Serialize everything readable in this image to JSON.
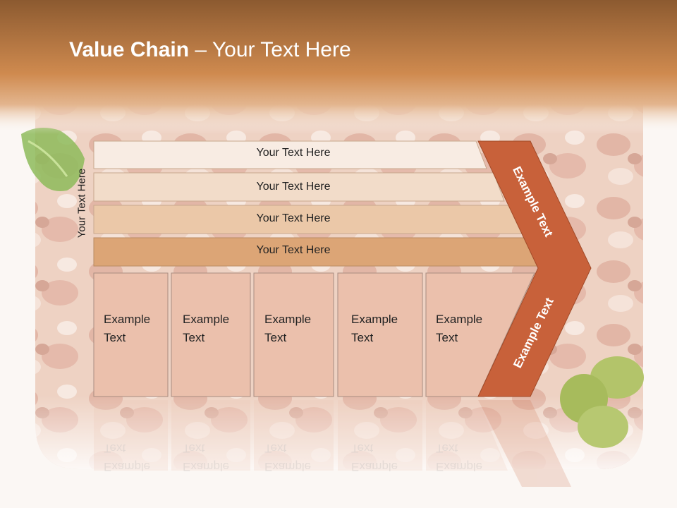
{
  "title": {
    "bold_part": "Value Chain",
    "rest": " – Your Text Here"
  },
  "side_label": "Your Text Here",
  "rows": [
    {
      "label": "Your Text Here"
    },
    {
      "label": "Your Text Here"
    },
    {
      "label": "Your Text Here"
    },
    {
      "label": "Your Text Here"
    }
  ],
  "activities": [
    {
      "line1": "Example",
      "line2": "Text"
    },
    {
      "line1": "Example",
      "line2": "Text"
    },
    {
      "line1": "Example",
      "line2": "Text"
    },
    {
      "line1": "Example",
      "line2": "Text"
    },
    {
      "line1": "Example",
      "line2": "Text"
    }
  ],
  "chevron": {
    "top_label": "Example Text",
    "bottom_label": "Example Text"
  },
  "colors": {
    "header_top": "#8c5a30",
    "header_bottom": "#d48d50",
    "row1": "#f8ece3",
    "row2": "#f2dcc9",
    "row3": "#ebc8a8",
    "row4": "#dca576",
    "activity_fill": "#ebc0ac",
    "chevron": "#c8613a"
  }
}
